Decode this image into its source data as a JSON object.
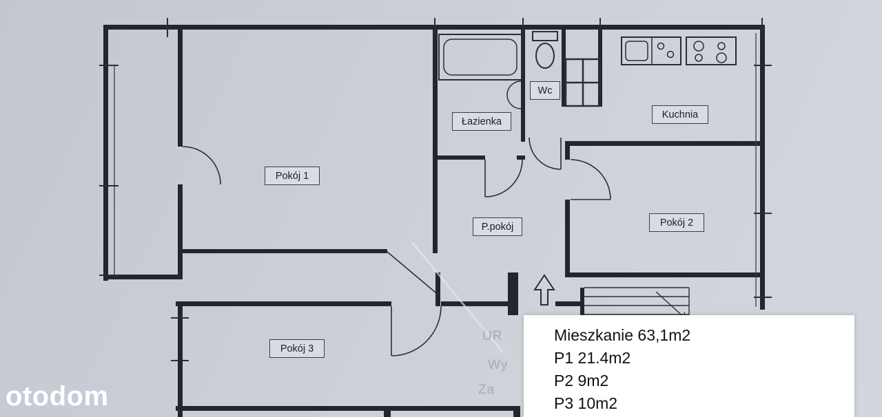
{
  "page": {
    "colors": {
      "paper": "#cbd0d7",
      "wall": "#23262c",
      "label_box_bg": "#d9dce2",
      "info_box_bg": "#ffffff",
      "watermark_color": "#ffffff"
    }
  },
  "rooms": {
    "pokoj1": "Pokój 1",
    "lazienka": "Łazienka",
    "wc": "Wc",
    "kuchnia": "Kuchnia",
    "ppokoj": "P.pokój",
    "pokoj2": "Pokój 2",
    "pokoj3": "Pokój 3"
  },
  "info_box": {
    "line1": "Mieszkanie 63,1m2",
    "line2": "P1 21.4m2",
    "line3": "P2 9m2",
    "line4": "P3 10m2"
  },
  "stamp": {
    "line1": "UR",
    "line2": "Wy",
    "line3": "Za"
  },
  "watermark": "otodom"
}
